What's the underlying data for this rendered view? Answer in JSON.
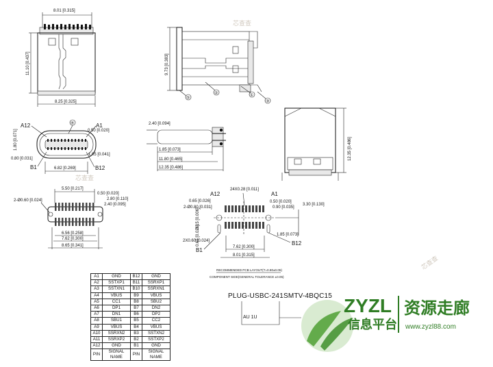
{
  "top_view": {
    "width": "8.01 [0.315]",
    "height": "11.10 [0.437]",
    "base_width": "8.25 [0.325]"
  },
  "side_view": {
    "height": "9.73 [0.383]",
    "balloons": [
      "①",
      "②",
      "③",
      "⑤"
    ]
  },
  "front_view": {
    "a12": "A12",
    "a1": "A1",
    "b1": "B1",
    "b12": "B12",
    "balloon": "④",
    "pitch": "0.50 [0.020]",
    "dim_left_1": "1.80 [0.071]",
    "dim_left_2": "0.80 [0.031]",
    "dim_right": "1.05 [0.041]",
    "dim_bottom": "6.82 [0.269]"
  },
  "profile_view": {
    "h": "2.40 [0.094]",
    "l1": "1.85 [0.073]",
    "l2": "11.80 [0.465]",
    "l3": "12.35 [0.486]"
  },
  "end_view": {
    "h": "12.35 [0.486]"
  },
  "bottom_view": {
    "d1": "5.50 [0.217]",
    "d2": "0.50 [0.020]",
    "d3": "2.80 [0.110]",
    "d4": "2.40 [0.095]",
    "d5": "6.56 [0.258]",
    "d6": "7.62 [0.300]",
    "d7": "8.65 [0.341]",
    "holes": "2-Ø0.60 [0.024]"
  },
  "pcb_layout": {
    "a12": "A12",
    "a1": "A1",
    "b1": "B1",
    "b12": "B12",
    "pads": "24X0.28 [0.011]",
    "d_065": "0.65 [0.026]",
    "d_holes": "2-Ø0.80 [0.031]",
    "d_050": "0.50 [0.020]",
    "d_090": "0.90 [0.035]",
    "d_330": "3.30 [0.130]",
    "d_vert1": "0.15 [0.006]",
    "d_vert2": "0.65 [0.026]",
    "d_slot": "2X0.60 [0.024]",
    "d_185": "1.85 [0.073]",
    "d_762": "7.62 [0.300]",
    "d_801": "8.01 [0.315]",
    "note1": "RECOMMENDED PCB LAYOUT(T=0.80±0.05)",
    "note2": "COMPONENT SIDE(GENERAL TOLERANCE ±0.05)"
  },
  "part_number": "PLUG-USBC-241SMTV-4BQC15",
  "marking": "AU 1U",
  "watermarks": [
    "芯查查",
    "芯查查",
    "芯查查"
  ],
  "pin_table": {
    "rows": [
      [
        "A1",
        "GND",
        "B12",
        "GND"
      ],
      [
        "A2",
        "SSTXP1",
        "B11",
        "SSRXP1"
      ],
      [
        "A3",
        "SSTXN1",
        "B10",
        "SSRXN1"
      ],
      [
        "A4",
        "VBUS",
        "B9",
        "VBUS"
      ],
      [
        "A5",
        "CC1",
        "B8",
        "SBU2"
      ],
      [
        "A6",
        "DP1",
        "B7",
        "DN2"
      ],
      [
        "A7",
        "DN1",
        "B6",
        "DP2"
      ],
      [
        "A8",
        "SBU1",
        "B5",
        "CC2"
      ],
      [
        "A9",
        "VBUS",
        "B4",
        "VBUS"
      ],
      [
        "A10",
        "SSRXN2",
        "B3",
        "SSTXN2"
      ],
      [
        "A11",
        "SSRXP2",
        "B2",
        "SSTXP2"
      ],
      [
        "A12",
        "GND",
        "B1",
        "GND"
      ],
      [
        "PIN",
        "SIGNAL NAME",
        "PIN",
        "SIGNAL NAME"
      ]
    ]
  },
  "logo": {
    "brand": "ZYZL",
    "sub": "信息平台",
    "cn": "资源走廊",
    "url": "www.zyzl88.com",
    "accent": "#55a43c",
    "dark": "#2f7d24"
  }
}
